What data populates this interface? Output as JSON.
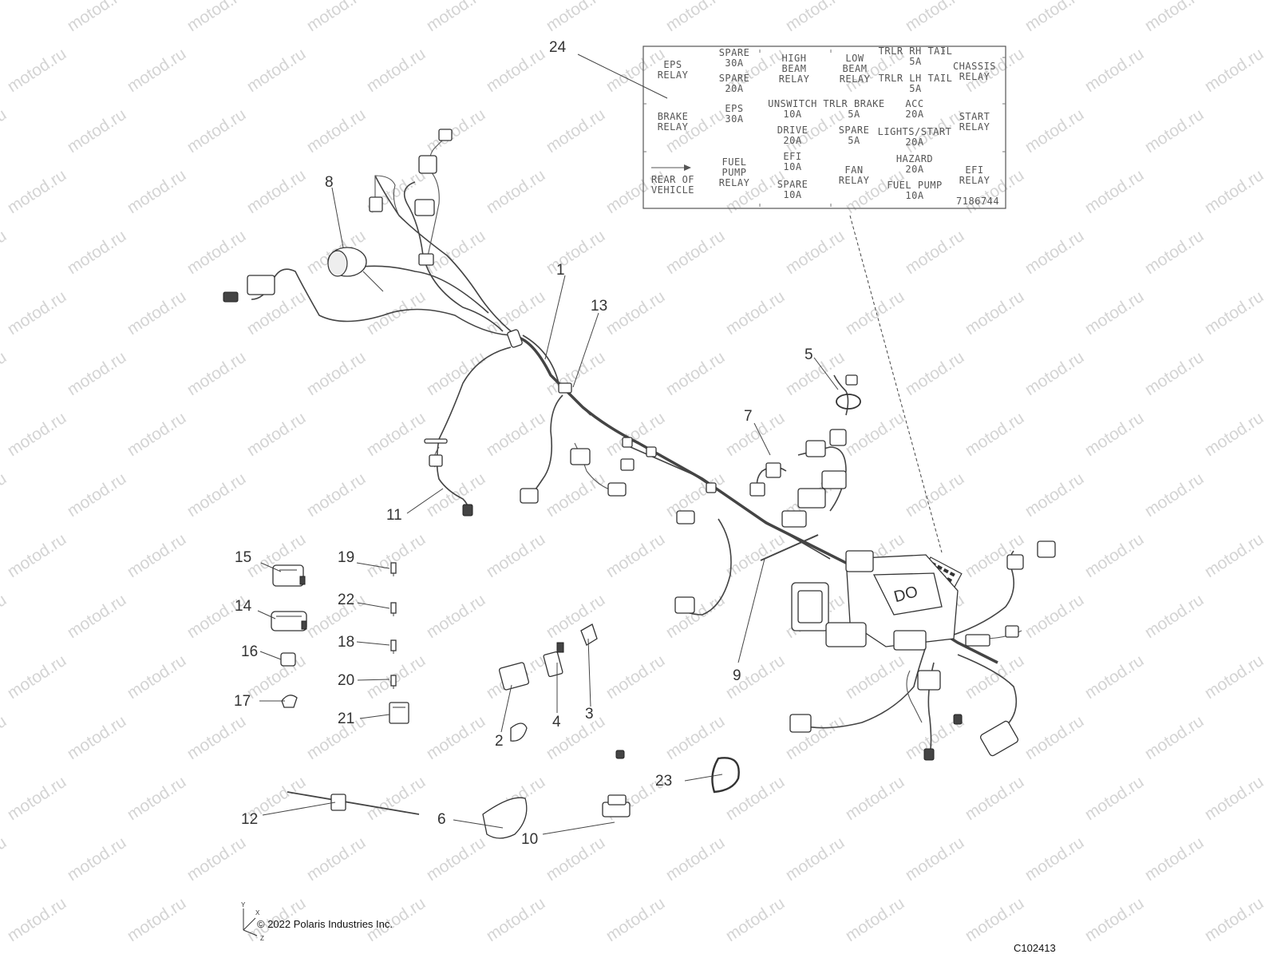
{
  "watermark": "motod.ru",
  "copyright": "© 2022 Polaris Industries Inc.",
  "figure_id": "C102413",
  "axes": {
    "y": "Y",
    "x": "X",
    "z": "Z"
  },
  "fuse_label": {
    "part_number": "7186744",
    "cells": [
      {
        "id": "eps-relay",
        "lines": [
          "EPS",
          "RELAY"
        ]
      },
      {
        "id": "spare-30a",
        "lines": [
          "SPARE",
          "30A"
        ]
      },
      {
        "id": "spare-20a",
        "lines": [
          "SPARE",
          "20A"
        ]
      },
      {
        "id": "eps-30a",
        "lines": [
          "EPS",
          "30A"
        ]
      },
      {
        "id": "high-beam",
        "lines": [
          "HIGH",
          "BEAM",
          "RELAY"
        ]
      },
      {
        "id": "low-beam",
        "lines": [
          "LOW",
          "BEAM",
          "RELAY"
        ]
      },
      {
        "id": "trlr-rh",
        "lines": [
          "TRLR RH TAIL",
          "5A"
        ]
      },
      {
        "id": "trlr-lh",
        "lines": [
          "TRLR LH TAIL",
          "5A"
        ]
      },
      {
        "id": "chassis",
        "lines": [
          "CHASSIS",
          "RELAY"
        ]
      },
      {
        "id": "brake-relay",
        "lines": [
          "BRAKE",
          "RELAY"
        ]
      },
      {
        "id": "unswitch",
        "lines": [
          "UNSWITCH",
          "10A"
        ]
      },
      {
        "id": "trlr-brake",
        "lines": [
          "TRLR BRAKE",
          "5A"
        ]
      },
      {
        "id": "acc",
        "lines": [
          "ACC",
          "20A"
        ]
      },
      {
        "id": "start-relay",
        "lines": [
          "START",
          "RELAY"
        ]
      },
      {
        "id": "drive",
        "lines": [
          "DRIVE",
          "20A"
        ]
      },
      {
        "id": "spare-5a",
        "lines": [
          "SPARE",
          "5A"
        ]
      },
      {
        "id": "lights-start",
        "lines": [
          "LIGHTS/START",
          "20A"
        ]
      },
      {
        "id": "rear-of-vehicle",
        "lines": [
          "REAR OF",
          "VEHICLE"
        ]
      },
      {
        "id": "fuel-pump-relay",
        "lines": [
          "FUEL",
          "PUMP",
          "RELAY"
        ]
      },
      {
        "id": "efi-10a",
        "lines": [
          "EFI",
          "10A"
        ]
      },
      {
        "id": "spare-10a",
        "lines": [
          "SPARE",
          "10A"
        ]
      },
      {
        "id": "fan-relay",
        "lines": [
          "FAN",
          "RELAY"
        ]
      },
      {
        "id": "hazard",
        "lines": [
          "HAZARD",
          "20A"
        ]
      },
      {
        "id": "fuel-pump-10a",
        "lines": [
          "FUEL PUMP",
          "10A"
        ]
      },
      {
        "id": "efi-relay",
        "lines": [
          "EFI",
          "RELAY"
        ]
      }
    ]
  },
  "callouts": [
    "1",
    "2",
    "3",
    "4",
    "5",
    "6",
    "7",
    "8",
    "9",
    "10",
    "11",
    "12",
    "13",
    "14",
    "15",
    "16",
    "17",
    "18",
    "19",
    "20",
    "21",
    "22",
    "23",
    "24"
  ]
}
